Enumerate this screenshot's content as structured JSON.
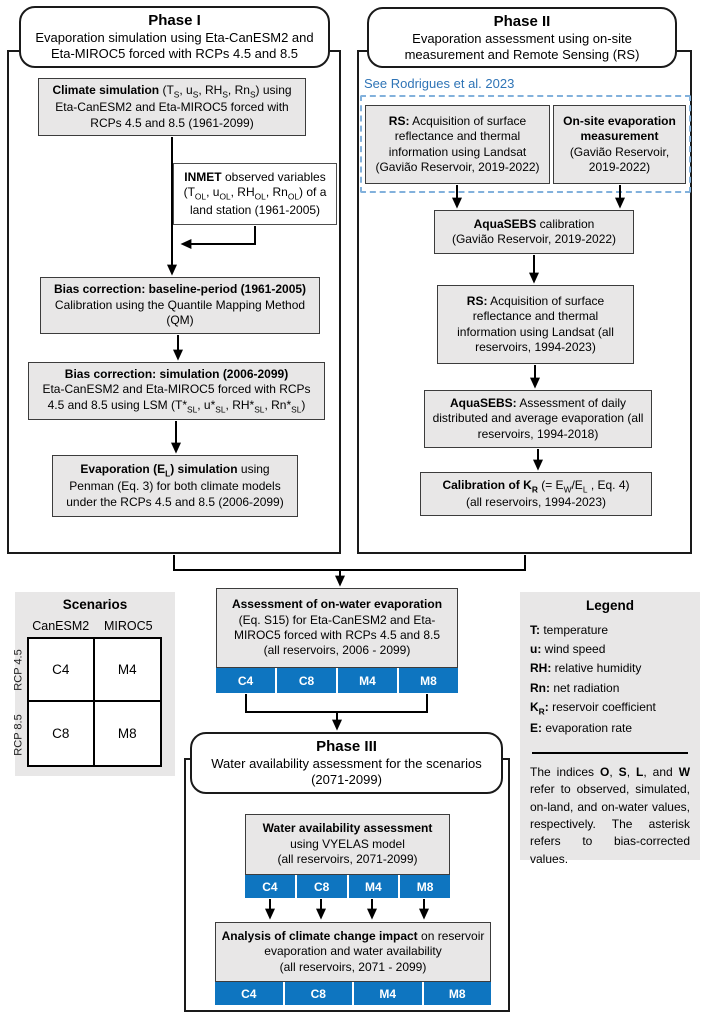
{
  "colors": {
    "box_fill": "#e8e7e7",
    "box_border": "#3c3c3c",
    "accent_blue": "#0e75c0",
    "link_blue": "#2f74b6",
    "dash_border": "#82b1dc",
    "line": "#000000"
  },
  "tab_labels": [
    "C4",
    "C8",
    "M4",
    "M8"
  ],
  "phase1": {
    "title": "Phase I",
    "subtitle": "Evaporation simulation using Eta-CanESM2 and Eta-MIROC5 forced with RCPs 4.5 and 8.5",
    "climate_box": "<b>Climate simulation</b> (T<sub>S</sub>, u<sub>S</sub>, RH<sub>S</sub>, Rn<sub>S</sub>) using Eta-CanESM2 and Eta-MIROC5 forced with RCPs 4.5 and 8.5 (1961-2099)",
    "inmet_box": "<b>INMET</b> observed variables (T<sub>OL</sub>, u<sub>OL</sub>, RH<sub>OL</sub>, Rn<sub>OL</sub>) of a land station (1961-2005)",
    "bias_baseline_box": "<b>Bias correction: baseline-period (1961-2005)</b><br>Calibration using the Quantile Mapping Method (QM)",
    "bias_simulation_box": "<b>Bias correction: simulation (2006-2099)</b><br>Eta-CanESM2 and Eta-MIROC5 forced with RCPs 4.5 and 8.5 using LSM (T*<sub>SL</sub>, u*<sub>SL</sub>, RH*<sub>SL</sub>, Rn*<sub>SL</sub>)",
    "evaporation_box": "<b>Evaporation (E<sub>L</sub>) simulation</b> using Penman (Eq. 3) for both climate models under the RCPs 4.5 and 8.5 (2006-2099)"
  },
  "phase2": {
    "title": "Phase II",
    "subtitle": "Evaporation assessment using on-site measurement and Remote Sensing (RS)",
    "note": "See Rodrigues et al. 2023",
    "rs_acquisition_box": "<b>RS:</b> Acquisition of surface reflectance and thermal information using Landsat (Gavião Reservoir, 2019-2022)",
    "onsite_box": "<b>On-site evaporation measurement</b> (Gavião Reservoir, 2019-2022)",
    "aquasebs_calibration_box": "<b>AquaSEBS</b> calibration<br>(Gavião Reservoir, 2019-2022)",
    "rs_acquisition_all_box": "<b>RS:</b> Acquisition of surface reflectance and thermal information using Landsat (all reservoirs, 1994-2023)",
    "aquasebs_assessment_box": "<b>AquaSEBS:</b> Assessment of daily distributed and average evaporation (all reservoirs, 1994-2018)",
    "kr_calibration_box": "<b>Calibration of K<sub>R</sub></b> (= E<sub>W</sub>/E<sub>L</sub> , Eq. 4)<br>(all reservoirs, 1994-2023)"
  },
  "scenarios": {
    "title": "Scenarios",
    "col_headers": [
      "CanESM2",
      "MIROC5"
    ],
    "row_headers": [
      "RCP 4.5",
      "RCP 8.5"
    ],
    "cells": [
      [
        "C4",
        "M4"
      ],
      [
        "C8",
        "M8"
      ]
    ]
  },
  "assessment_box": "<b>Assessment of on-water evaporation</b> (Eq. S15) for Eta-CanESM2 and Eta-MIROC5 forced with RCPs 4.5 and 8.5<br>(all reservoirs, 2006 - 2099)",
  "phase3": {
    "title": "Phase III",
    "subtitle": "Water availability assessment for the scenarios (2071-2099)",
    "water_availability_box": "<b>Water availability assessment</b><br>using VYELAS model<br>(all reservoirs, 2071-2099)",
    "analysis_box": "<b>Analysis of climate change impact</b> on reservoir evaporation and water availability<br>(all reservoirs, 2071 - 2099)"
  },
  "legend": {
    "title": "Legend",
    "items": [
      "<b>T:</b> temperature",
      "<b>u:</b> wind speed",
      "<b>RH:</b> relative humidity",
      "<b>Rn:</b> net radiation",
      "<b>K<sub>R</sub>:</b> reservoir coefficient",
      "<b>E:</b> evaporation rate"
    ],
    "note": "The indices <b>O</b>, <b>S</b>, <b>L</b>, and <b>W</b> refer to observed, simulated, on-land, and on-water values, respectively. The asterisk refers to bias-corrected values."
  }
}
